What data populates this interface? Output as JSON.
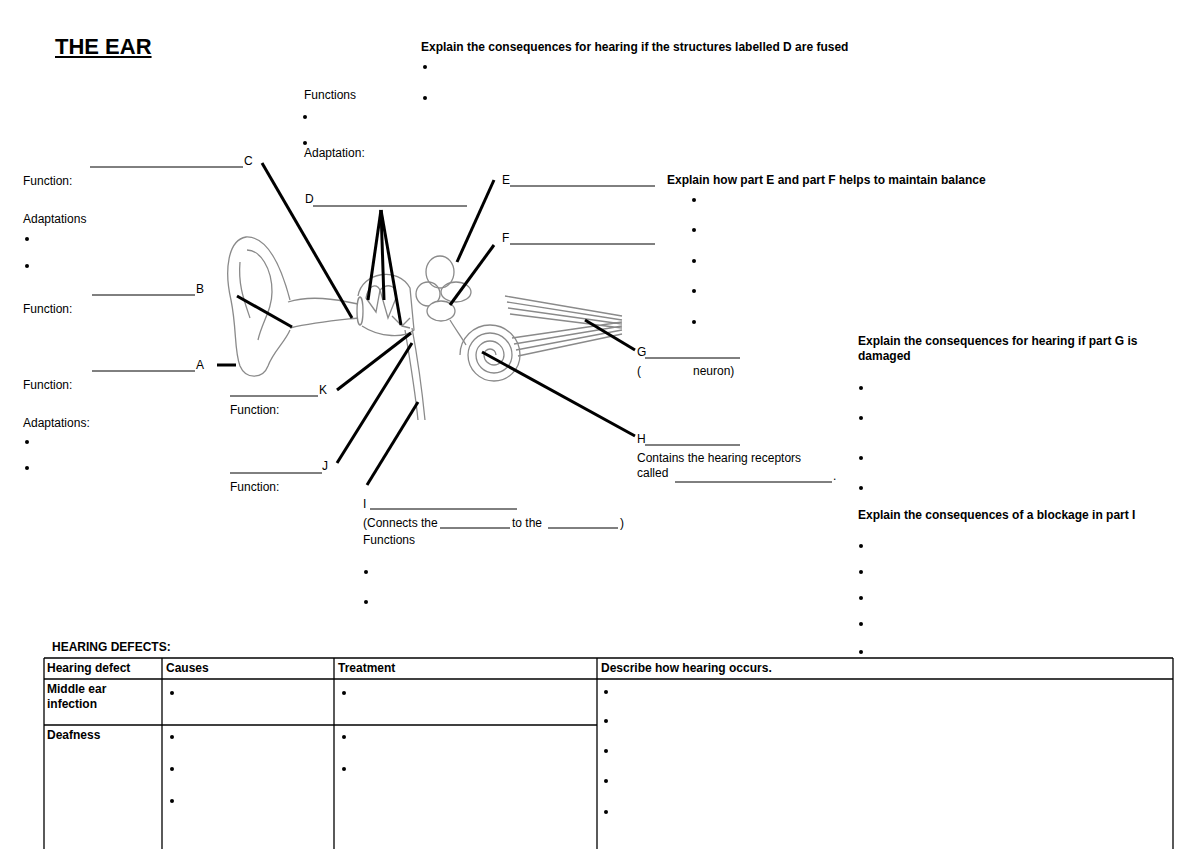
{
  "diagram": {
    "title": "THE EAR",
    "labels": [
      "Explain the consequences for hearing if the structures labelled D are fused",
      "Functions",
      "Adaptation:",
      "Function:",
      "C",
      "Adaptations",
      "D",
      "E",
      "Explain how part E and part F helps to maintain balance",
      "F",
      "Function:",
      "B",
      "A",
      "Function:",
      "Adaptations:",
      "K",
      "Function:",
      "J",
      "Function:",
      "G",
      "(",
      "neuron)",
      "Explain the consequences for hearing if part G is damaged",
      "H",
      "Contains the hearing receptors called",
      ".",
      "I",
      "(Connects the",
      "to the",
      ")",
      "Functions",
      "Explain the consequences of a blockage in part I",
      "HEARING DEFECTS:",
      "Hearing defect",
      "Causes",
      "Treatment",
      "Describe how hearing occurs.",
      "Middle ear infection",
      "Deafness"
    ]
  }
}
